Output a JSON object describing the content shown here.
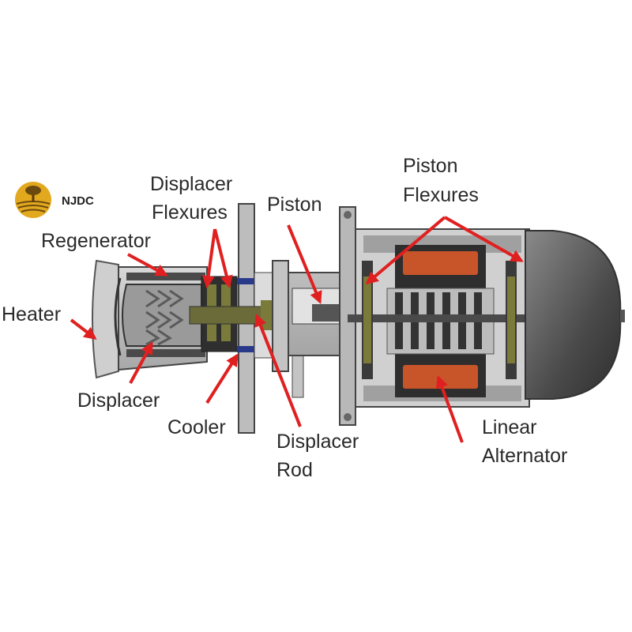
{
  "logo": {
    "text": "NJDC",
    "icon": "tree-sun-logo-icon"
  },
  "labels": {
    "heater": "Heater",
    "regenerator": "Regenerator",
    "displacer_flexures_line1": "Displacer",
    "displacer_flexures_line2": "Flexures",
    "piston": "Piston",
    "piston_flexures_line1": "Piston",
    "piston_flexures_line2": "Flexures",
    "displacer": "Displacer",
    "cooler": "Cooler",
    "displacer_rod_line1": "Displacer",
    "displacer_rod_line2": "Rod",
    "linear_alternator_line1": "Linear",
    "linear_alternator_line2": "Alternator"
  },
  "colors": {
    "arrow": "#e02020",
    "label_text": "#2a2a2a",
    "body_gray": "#8a8a8a",
    "dark_gray": "#3a3a3a",
    "copper": "#c8552a",
    "coil_blue": "#2a3a8a",
    "logo_gold": "#e2a81e"
  }
}
